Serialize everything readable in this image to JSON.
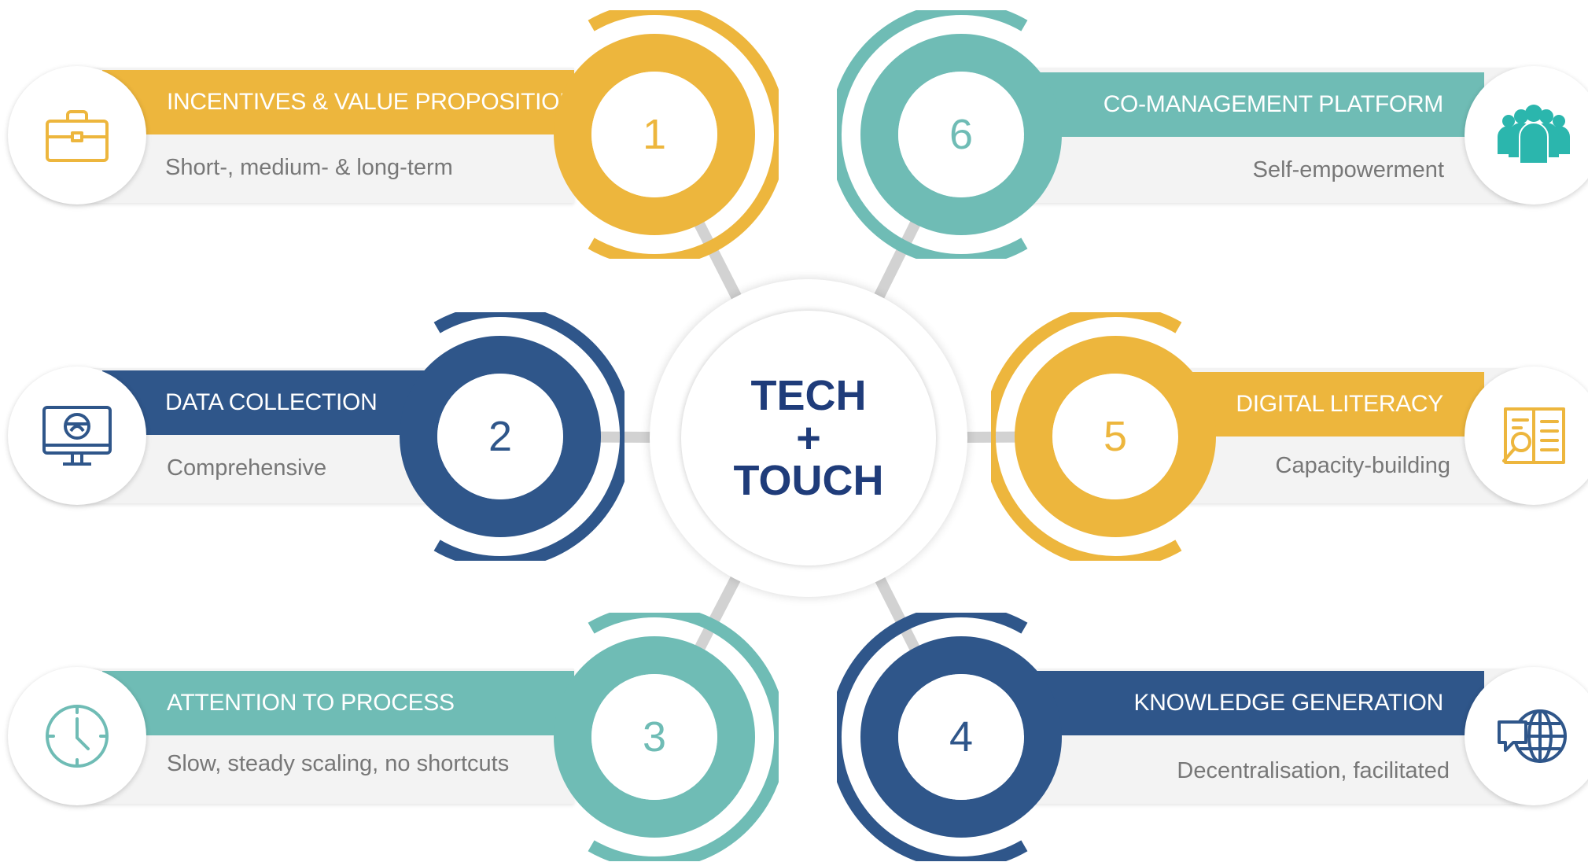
{
  "colors": {
    "gold": "#edb63d",
    "teal": "#6fbcb5",
    "navy": "#2f568a",
    "hub_text": "#1f3c7a",
    "connector": "#d2d2d2",
    "card_bg": "#f3f3f3",
    "desc_text": "#777777"
  },
  "hub": {
    "line1": "TECH",
    "line2": "+",
    "line3": "TOUCH"
  },
  "items": [
    {
      "number": "1",
      "title": "INCENTIVES & VALUE PROPOSITION",
      "subtitle": "Short-, medium- & long-term",
      "icon": "briefcase-icon",
      "color": "gold",
      "side": "left"
    },
    {
      "number": "2",
      "title": "DATA COLLECTION",
      "subtitle": "Comprehensive",
      "icon": "computer-monitor-icon",
      "color": "navy",
      "side": "left"
    },
    {
      "number": "3",
      "title": "ATTENTION TO PROCESS",
      "subtitle": "Slow, steady scaling, no shortcuts",
      "icon": "clock-icon",
      "color": "teal",
      "side": "left"
    },
    {
      "number": "4",
      "title": "KNOWLEDGE GENERATION",
      "subtitle": "Decentralisation, facilitated",
      "icon": "globe-chat-icon",
      "color": "navy",
      "side": "right"
    },
    {
      "number": "5",
      "title": "DIGITAL LITERACY",
      "subtitle": "Capacity-building",
      "icon": "document-search-icon",
      "color": "gold",
      "side": "right"
    },
    {
      "number": "6",
      "title": "CO-MANAGEMENT PLATFORM",
      "subtitle": "Self-empowerment",
      "icon": "people-group-icon",
      "color": "teal",
      "side": "right"
    }
  ]
}
